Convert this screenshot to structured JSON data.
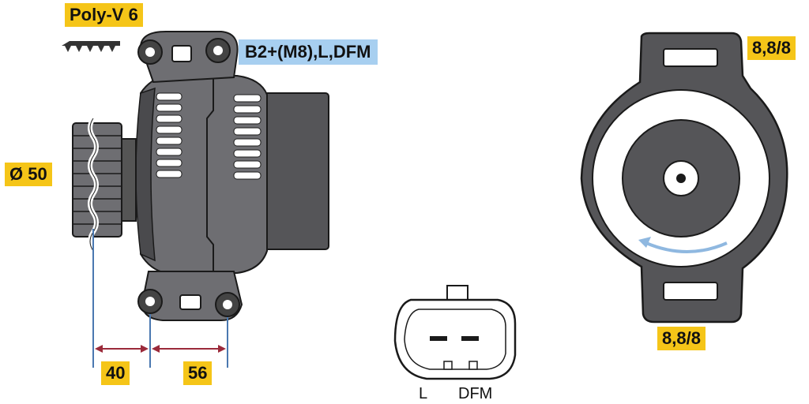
{
  "labels": {
    "belt": "Poly-V 6",
    "terminals": "B2+(M8),L,DFM",
    "pulley_diameter": "Ø 50",
    "dim_left": "40",
    "dim_right": "56",
    "mount_top": "8,8/8",
    "mount_bottom": "8,8/8",
    "plug_pin_left": "L",
    "plug_pin_right": "DFM"
  },
  "colors": {
    "body_dark": "#555558",
    "body_mid": "#6e6e72",
    "outline": "#1a1a1a",
    "tag_yellow": "#f5c518",
    "tag_blue": "#a7cff0",
    "dimension_blue": "#4a78b0",
    "dimension_red": "#9b2a3a",
    "rotation_arrow": "#8fb8e0"
  }
}
